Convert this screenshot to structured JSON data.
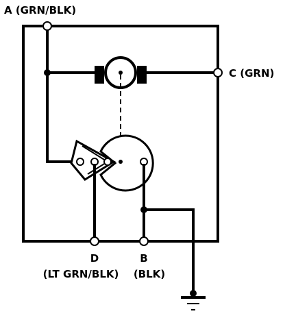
{
  "terminals": {
    "A": {
      "label": "A (GRN/BLK)"
    },
    "C": {
      "label": "C (GRN)"
    },
    "D": {
      "letter": "D",
      "wire": "(LT GRN/BLK)"
    },
    "B": {
      "letter": "B",
      "wire": "(BLK)"
    }
  }
}
